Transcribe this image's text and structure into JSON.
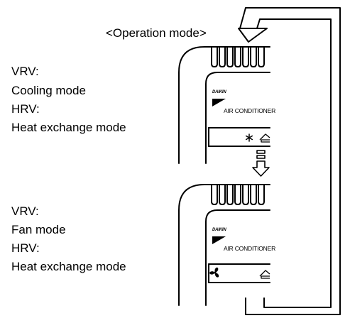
{
  "operation_mode_label": "<Operation mode>",
  "modes": [
    {
      "vrv_label": "VRV:",
      "vrv_mode": "Cooling mode",
      "hrv_label": "HRV:",
      "hrv_mode": "Heat exchange mode"
    },
    {
      "vrv_label": "VRV:",
      "vrv_mode": "Fan mode",
      "hrv_label": "HRV:",
      "hrv_mode": "Heat exchange mode"
    }
  ],
  "devices": [
    {
      "brand": "DAIKIN",
      "model": "AIR CONDITIONER",
      "mode_icon": "snowflake-icon",
      "hrv_icon": "heat-exchange-icon"
    },
    {
      "brand": "DAIKIN",
      "model": "AIR CONDITIONER",
      "mode_icon": "fan-icon",
      "hrv_icon": "heat-exchange-icon"
    }
  ],
  "colors": {
    "line": "#000000",
    "background": "#ffffff"
  }
}
